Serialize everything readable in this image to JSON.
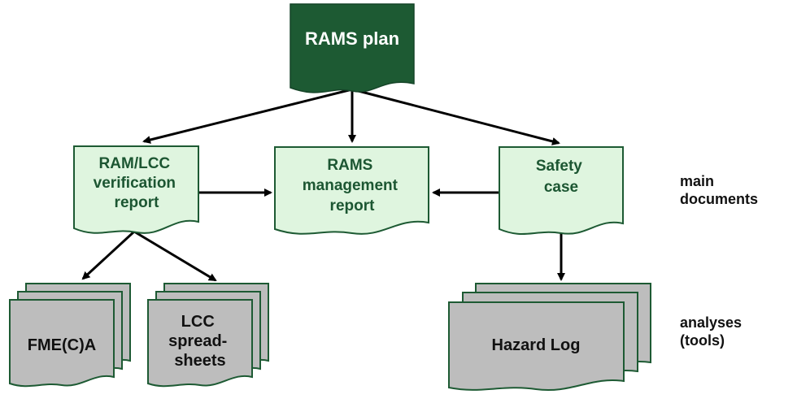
{
  "diagram": {
    "rams_plan": "RAMS plan",
    "ram_lcc_report": [
      "RAM/LCC",
      "verification",
      "report"
    ],
    "rams_management_report": [
      "RAMS",
      "management",
      "report"
    ],
    "safety_case": [
      "Safety",
      "case"
    ],
    "fmeca": "FME(C)A",
    "lcc_spreadsheets": [
      "LCC",
      "spread-",
      "sheets"
    ],
    "hazard_log": "Hazard Log",
    "labels": {
      "main_documents": [
        "main",
        "documents"
      ],
      "analyses_tools": [
        "analyses",
        "(tools)"
      ]
    }
  },
  "colors": {
    "plan_fill": "#1d5a33",
    "doc_fill": "#dff5df",
    "doc_stroke": "#1d5a33",
    "tool_fill": "#bdbdbd",
    "arrow": "#000000"
  }
}
